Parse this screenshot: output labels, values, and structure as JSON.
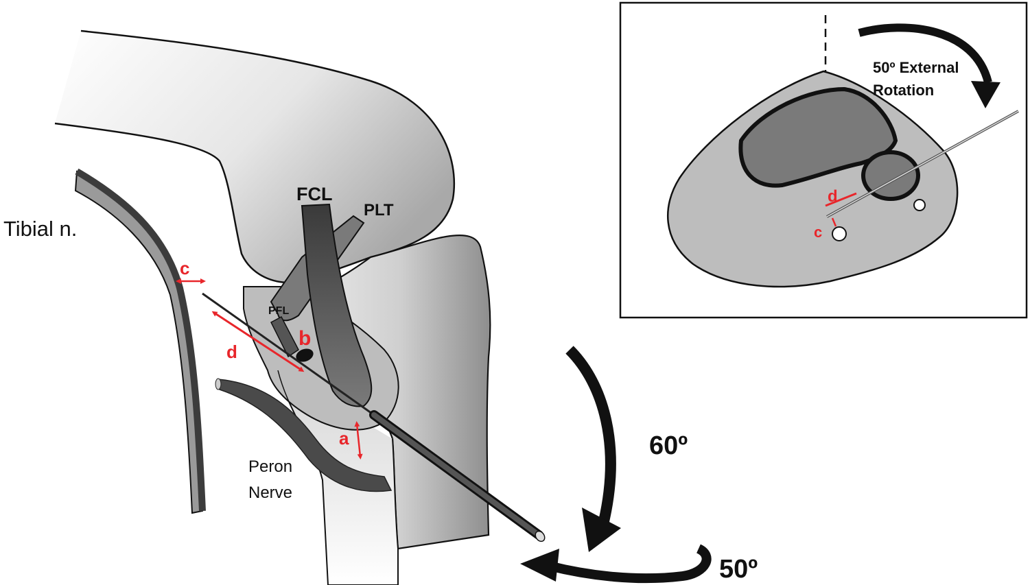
{
  "labels": {
    "tibial_n": "Tibial n.",
    "fcl": "FCL",
    "plt": "PLT",
    "pfl": "PFL",
    "c": "c",
    "d": "d",
    "b": "b",
    "a": "a",
    "peron_line1": "Peron",
    "peron_line2": "Nerve",
    "deg_60": "60º",
    "deg_50": "50º"
  },
  "inset": {
    "title_line1": "50º External",
    "title_line2": "Rotation",
    "d": "d",
    "c": "c"
  },
  "colors": {
    "red": "#e8262b",
    "dark": "#111111",
    "mid_gray": "#8c8c8c",
    "light_gray": "#bdbdbd",
    "nerve_gray": "#4a4a4a"
  }
}
